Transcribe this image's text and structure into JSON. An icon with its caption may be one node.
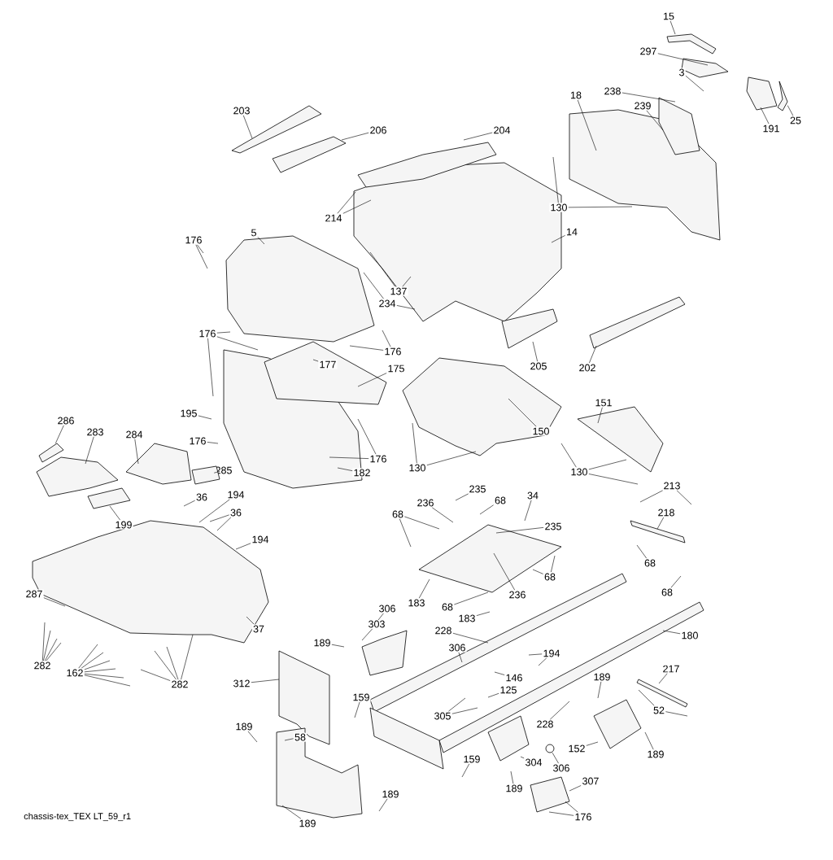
{
  "diagram": {
    "nodes": [
      {
        "text": [
          "15"
        ]
      },
      {
        "text": [
          "297"
        ]
      },
      {
        "text": [
          "3"
        ]
      },
      {
        "text": [
          "238"
        ]
      },
      {
        "text": [
          "18"
        ]
      },
      {
        "text": [
          "239"
        ]
      },
      {
        "text": [
          "191"
        ]
      },
      {
        "text": [
          "25"
        ]
      },
      {
        "text": [
          "204"
        ]
      },
      {
        "text": [
          "203"
        ]
      },
      {
        "text": [
          "206"
        ]
      },
      {
        "text": [
          "214"
        ]
      },
      {
        "text": [
          "130"
        ]
      },
      {
        "text": [
          "14"
        ]
      },
      {
        "text": [
          "5"
        ]
      },
      {
        "text": [
          "176"
        ]
      },
      {
        "text": [
          "137"
        ]
      },
      {
        "text": [
          "234"
        ]
      },
      {
        "text": [
          "176"
        ]
      },
      {
        "text": [
          "176"
        ]
      },
      {
        "text": [
          "177"
        ]
      },
      {
        "text": [
          "175"
        ]
      },
      {
        "text": [
          "195"
        ]
      },
      {
        "text": [
          "176"
        ]
      },
      {
        "text": [
          "176"
        ]
      },
      {
        "text": [
          "182"
        ]
      },
      {
        "text": [
          "205"
        ]
      },
      {
        "text": [
          "202"
        ]
      },
      {
        "text": [
          "150"
        ]
      },
      {
        "text": [
          "151"
        ]
      },
      {
        "text": [
          "130"
        ]
      },
      {
        "text": [
          "130"
        ]
      },
      {
        "text": [
          "286"
        ]
      },
      {
        "text": [
          "283"
        ]
      },
      {
        "text": [
          "284"
        ]
      },
      {
        "text": [
          "285"
        ]
      },
      {
        "text": [
          "199"
        ]
      },
      {
        "text": [
          "36"
        ]
      },
      {
        "text": [
          "194"
        ]
      },
      {
        "text": [
          "36"
        ]
      },
      {
        "text": [
          "194"
        ]
      },
      {
        "text": [
          "287"
        ]
      },
      {
        "text": [
          "37"
        ]
      },
      {
        "text": [
          "282"
        ]
      },
      {
        "text": [
          "162"
        ]
      },
      {
        "text": [
          "282"
        ]
      },
      {
        "text": [
          "235"
        ]
      },
      {
        "text": [
          "236"
        ]
      },
      {
        "text": [
          "68"
        ]
      },
      {
        "text": [
          "34"
        ]
      },
      {
        "text": [
          "68"
        ]
      },
      {
        "text": [
          "235"
        ]
      },
      {
        "text": [
          "236"
        ]
      },
      {
        "text": [
          "68"
        ]
      },
      {
        "text": [
          "183"
        ]
      },
      {
        "text": [
          "68"
        ]
      },
      {
        "text": [
          "183"
        ]
      },
      {
        "text": [
          "213"
        ]
      },
      {
        "text": [
          "218"
        ]
      },
      {
        "text": [
          "68"
        ]
      },
      {
        "text": [
          "68"
        ]
      },
      {
        "text": [
          "306"
        ]
      },
      {
        "text": [
          "303"
        ]
      },
      {
        "text": [
          "189"
        ]
      },
      {
        "text": [
          "228"
        ]
      },
      {
        "text": [
          "306"
        ]
      },
      {
        "text": [
          "194"
        ]
      },
      {
        "text": [
          "146"
        ]
      },
      {
        "text": [
          "125"
        ]
      },
      {
        "text": [
          "180"
        ]
      },
      {
        "text": [
          "312"
        ]
      },
      {
        "text": [
          "189"
        ]
      },
      {
        "text": [
          "217"
        ]
      },
      {
        "text": [
          "52"
        ]
      },
      {
        "text": [
          "305"
        ]
      },
      {
        "text": [
          "159"
        ]
      },
      {
        "text": [
          "228"
        ]
      },
      {
        "text": [
          "189"
        ]
      },
      {
        "text": [
          "58"
        ]
      },
      {
        "text": [
          "152"
        ]
      },
      {
        "text": [
          "189"
        ]
      },
      {
        "text": [
          "306"
        ]
      },
      {
        "text": [
          "304"
        ]
      },
      {
        "text": [
          "159"
        ]
      },
      {
        "text": [
          "189"
        ]
      },
      {
        "text": [
          "307"
        ]
      },
      {
        "text": [
          "176"
        ]
      },
      {
        "text": [
          "189"
        ]
      },
      {
        "text": [
          "189"
        ]
      },
      {
        "text": [],
        "shape": "picture"
      },
      {
        "text": [],
        "shape": "picture"
      },
      {
        "text": [],
        "shape": "picture"
      },
      {
        "text": [],
        "shape": "circle"
      }
    ],
    "edges": [
      {
        "from": 0,
        "to": null,
        "arrow": "none"
      },
      {
        "from": 1,
        "to": null,
        "arrow": "none"
      },
      {
        "from": 2,
        "to": null,
        "arrow": "none"
      },
      {
        "from": 3,
        "to": null,
        "arrow": "none"
      },
      {
        "from": 4,
        "to": null,
        "arrow": "none"
      },
      {
        "from": 5,
        "to": null,
        "arrow": "none"
      },
      {
        "from": 6,
        "to": null,
        "arrow": "none"
      },
      {
        "from": 7,
        "to": 89,
        "arrow": "none"
      },
      {
        "from": 8,
        "to": null,
        "arrow": "none"
      },
      {
        "from": 9,
        "to": null,
        "arrow": "none"
      },
      {
        "from": 10,
        "to": null,
        "arrow": "none"
      },
      {
        "from": 11,
        "to": null,
        "arrow": "none"
      },
      {
        "from": 11,
        "to": null,
        "arrow": "none"
      },
      {
        "from": 12,
        "to": null,
        "arrow": "none"
      },
      {
        "from": 12,
        "to": null,
        "arrow": "none"
      },
      {
        "from": 13,
        "to": null,
        "arrow": "none"
      },
      {
        "from": 14,
        "to": null,
        "arrow": "none"
      },
      {
        "from": 15,
        "to": null,
        "arrow": "none"
      },
      {
        "from": 15,
        "to": null,
        "arrow": "none"
      },
      {
        "from": 16,
        "to": null,
        "arrow": "none"
      },
      {
        "from": 16,
        "to": null,
        "arrow": "none"
      },
      {
        "from": 17,
        "to": null,
        "arrow": "none"
      },
      {
        "from": 17,
        "to": null,
        "arrow": "none"
      },
      {
        "from": 18,
        "to": null,
        "arrow": "none"
      },
      {
        "from": 18,
        "to": null,
        "arrow": "none"
      },
      {
        "from": 18,
        "to": null,
        "arrow": "none"
      },
      {
        "from": 19,
        "to": null,
        "arrow": "none"
      },
      {
        "from": 19,
        "to": null,
        "arrow": "none"
      },
      {
        "from": 20,
        "to": null,
        "arrow": "none"
      },
      {
        "from": 21,
        "to": null,
        "arrow": "none"
      },
      {
        "from": 22,
        "to": null,
        "arrow": "none"
      },
      {
        "from": 23,
        "to": null,
        "arrow": "none"
      },
      {
        "from": 24,
        "to": null,
        "arrow": "none"
      },
      {
        "from": 24,
        "to": null,
        "arrow": "none"
      },
      {
        "from": 25,
        "to": null,
        "arrow": "none"
      },
      {
        "from": 26,
        "to": null,
        "arrow": "none"
      },
      {
        "from": 27,
        "to": null,
        "arrow": "none"
      },
      {
        "from": 28,
        "to": null,
        "arrow": "none"
      },
      {
        "from": 29,
        "to": null,
        "arrow": "none"
      },
      {
        "from": 30,
        "to": null,
        "arrow": "none"
      },
      {
        "from": 30,
        "to": null,
        "arrow": "none"
      },
      {
        "from": 31,
        "to": null,
        "arrow": "none"
      },
      {
        "from": 31,
        "to": null,
        "arrow": "none"
      },
      {
        "from": 31,
        "to": null,
        "arrow": "none"
      },
      {
        "from": 32,
        "to": 90,
        "arrow": "none"
      },
      {
        "from": 33,
        "to": null,
        "arrow": "none"
      },
      {
        "from": 34,
        "to": null,
        "arrow": "none"
      },
      {
        "from": 35,
        "to": 91,
        "arrow": "none"
      },
      {
        "from": 36,
        "to": null,
        "arrow": "none"
      },
      {
        "from": 37,
        "to": null,
        "arrow": "none"
      },
      {
        "from": 38,
        "to": null,
        "arrow": "none"
      },
      {
        "from": 39,
        "to": null,
        "arrow": "none"
      },
      {
        "from": 39,
        "to": null,
        "arrow": "none"
      },
      {
        "from": 40,
        "to": null,
        "arrow": "none"
      },
      {
        "from": 41,
        "to": null,
        "arrow": "none"
      },
      {
        "from": 42,
        "to": null,
        "arrow": "none"
      },
      {
        "from": 43,
        "to": null,
        "arrow": "none"
      },
      {
        "from": 43,
        "to": null,
        "arrow": "none"
      },
      {
        "from": 43,
        "to": null,
        "arrow": "none"
      },
      {
        "from": 43,
        "to": null,
        "arrow": "none"
      },
      {
        "from": 44,
        "to": null,
        "arrow": "none"
      },
      {
        "from": 44,
        "to": null,
        "arrow": "none"
      },
      {
        "from": 44,
        "to": null,
        "arrow": "none"
      },
      {
        "from": 44,
        "to": null,
        "arrow": "none"
      },
      {
        "from": 44,
        "to": null,
        "arrow": "none"
      },
      {
        "from": 44,
        "to": null,
        "arrow": "none"
      },
      {
        "from": 45,
        "to": null,
        "arrow": "none"
      },
      {
        "from": 45,
        "to": null,
        "arrow": "none"
      },
      {
        "from": 45,
        "to": null,
        "arrow": "none"
      },
      {
        "from": 45,
        "to": null,
        "arrow": "none"
      },
      {
        "from": 46,
        "to": null,
        "arrow": "none"
      },
      {
        "from": 47,
        "to": null,
        "arrow": "none"
      },
      {
        "from": 48,
        "to": null,
        "arrow": "none"
      },
      {
        "from": 49,
        "to": null,
        "arrow": "none"
      },
      {
        "from": 50,
        "to": null,
        "arrow": "none"
      },
      {
        "from": 50,
        "to": null,
        "arrow": "none"
      },
      {
        "from": 51,
        "to": null,
        "arrow": "none"
      },
      {
        "from": 52,
        "to": null,
        "arrow": "none"
      },
      {
        "from": 53,
        "to": null,
        "arrow": "none"
      },
      {
        "from": 53,
        "to": null,
        "arrow": "none"
      },
      {
        "from": 54,
        "to": null,
        "arrow": "none"
      },
      {
        "from": 55,
        "to": null,
        "arrow": "none"
      },
      {
        "from": 56,
        "to": null,
        "arrow": "none"
      },
      {
        "from": 57,
        "to": null,
        "arrow": "none"
      },
      {
        "from": 57,
        "to": null,
        "arrow": "none"
      },
      {
        "from": 58,
        "to": null,
        "arrow": "none"
      },
      {
        "from": 59,
        "to": null,
        "arrow": "none"
      },
      {
        "from": 60,
        "to": null,
        "arrow": "none"
      },
      {
        "from": 61,
        "to": null,
        "arrow": "none"
      },
      {
        "from": 62,
        "to": null,
        "arrow": "none"
      },
      {
        "from": 63,
        "to": null,
        "arrow": "none"
      },
      {
        "from": 64,
        "to": null,
        "arrow": "none"
      },
      {
        "from": 65,
        "to": null,
        "arrow": "none"
      },
      {
        "from": 66,
        "to": null,
        "arrow": "none"
      },
      {
        "from": 66,
        "to": null,
        "arrow": "none"
      },
      {
        "from": 67,
        "to": null,
        "arrow": "none"
      },
      {
        "from": 68,
        "to": null,
        "arrow": "none"
      },
      {
        "from": 69,
        "to": null,
        "arrow": "none"
      },
      {
        "from": 70,
        "to": null,
        "arrow": "none"
      },
      {
        "from": 71,
        "to": null,
        "arrow": "none"
      },
      {
        "from": 72,
        "to": null,
        "arrow": "none"
      },
      {
        "from": 73,
        "to": null,
        "arrow": "none"
      },
      {
        "from": 73,
        "to": null,
        "arrow": "none"
      },
      {
        "from": 74,
        "to": null,
        "arrow": "none"
      },
      {
        "from": 74,
        "to": null,
        "arrow": "none"
      },
      {
        "from": 75,
        "to": null,
        "arrow": "none"
      },
      {
        "from": 76,
        "to": null,
        "arrow": "none"
      },
      {
        "from": 77,
        "to": null,
        "arrow": "none"
      },
      {
        "from": 78,
        "to": null,
        "arrow": "none"
      },
      {
        "from": 79,
        "to": null,
        "arrow": "none"
      },
      {
        "from": 80,
        "to": null,
        "arrow": "none"
      },
      {
        "from": 81,
        "to": 92,
        "arrow": "none"
      },
      {
        "from": 82,
        "to": null,
        "arrow": "none"
      },
      {
        "from": 83,
        "to": null,
        "arrow": "none"
      },
      {
        "from": 84,
        "to": null,
        "arrow": "none"
      },
      {
        "from": 85,
        "to": null,
        "arrow": "none"
      },
      {
        "from": 86,
        "to": null,
        "arrow": "none"
      },
      {
        "from": 86,
        "to": null,
        "arrow": "none"
      },
      {
        "from": 87,
        "to": null,
        "arrow": "none"
      },
      {
        "from": 88,
        "to": null,
        "arrow": "none"
      }
    ],
    "labels": [
      "chassis-tex_TEX LT_59_r1"
    ]
  }
}
